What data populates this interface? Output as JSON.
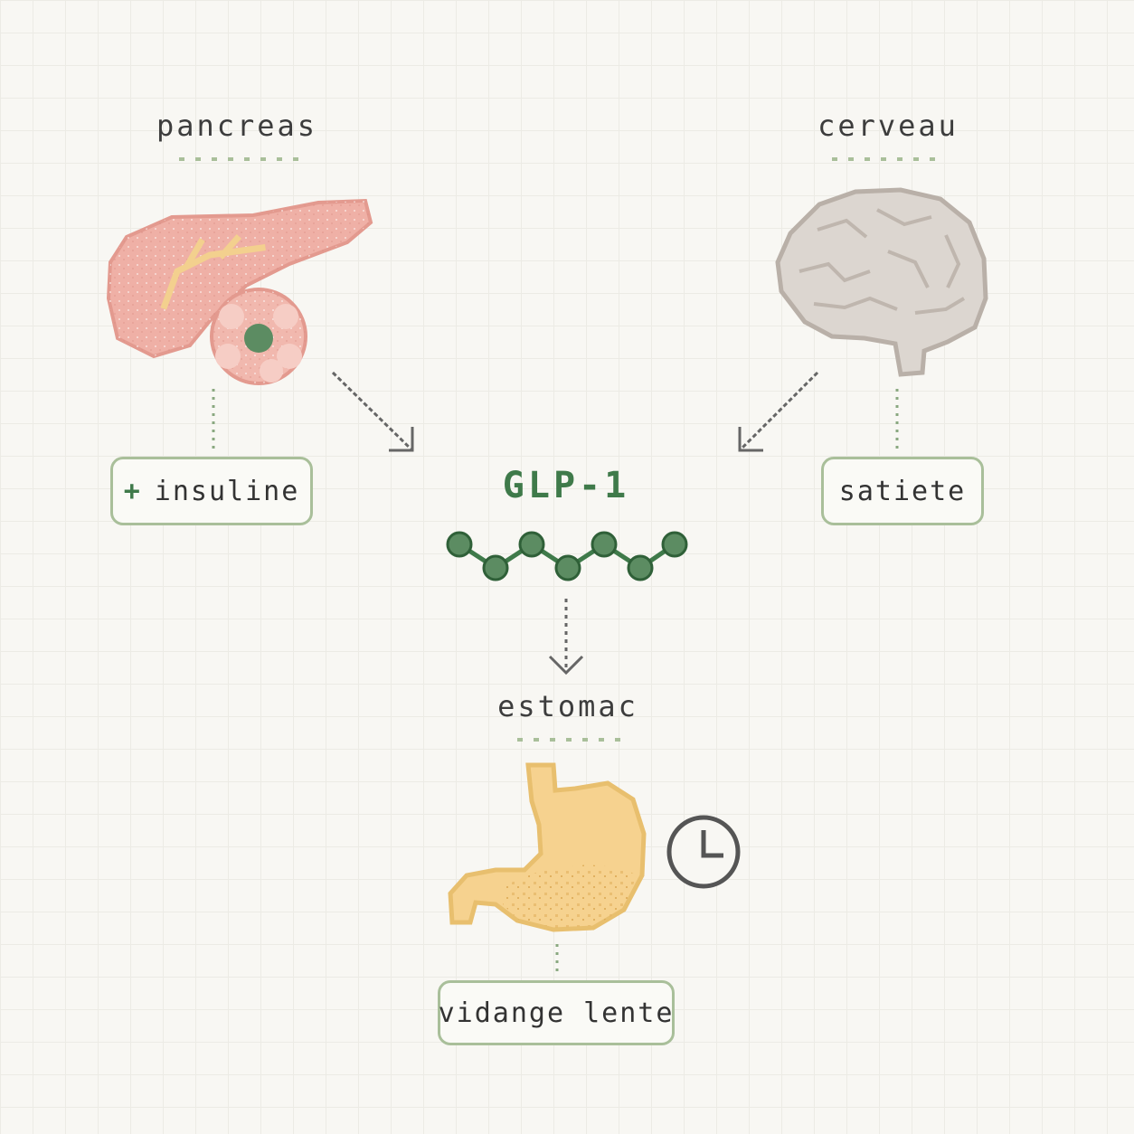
{
  "organs": {
    "pancreas": {
      "label": "pancreas",
      "effect_sign": "+",
      "effect": "insuline"
    },
    "brain": {
      "label": "cerveau",
      "effect": "satiete"
    },
    "stomach": {
      "label": "estomac",
      "effect": "vidange lente"
    }
  },
  "center": {
    "title": "GLP-1"
  },
  "colors": {
    "accent_green": "#3f7a4a",
    "box_border": "#a9bf9a",
    "pancreas": "#efb0a6",
    "brain": "#dcd6d0",
    "stomach": "#f6d28f"
  },
  "icons": {
    "pancreas": "pancreas-icon",
    "brain": "brain-icon",
    "stomach": "stomach-icon",
    "clock": "clock-icon",
    "peptide": "peptide-chain-icon"
  }
}
